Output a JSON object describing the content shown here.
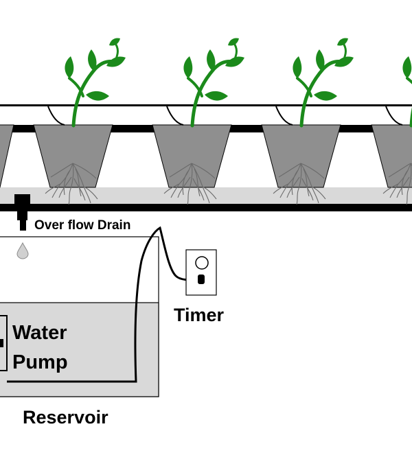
{
  "labels": {
    "overflow_drain": "Over flow Drain",
    "timer": "Timer",
    "water": "Water",
    "pump": "Pump",
    "reservoir": "Reservoir"
  },
  "colors": {
    "pot": "#8f8f8f",
    "tray": "#d9d9d9",
    "reservoir_water": "#d9d9d9",
    "leaf": "#1b8a1b",
    "line": "#000000"
  },
  "icons": {
    "plant": "plant-icon",
    "roots": "roots-icon",
    "water_drop": "water-drop-icon",
    "outlet": "electrical-outlet-icon",
    "plug": "power-plug-icon"
  }
}
